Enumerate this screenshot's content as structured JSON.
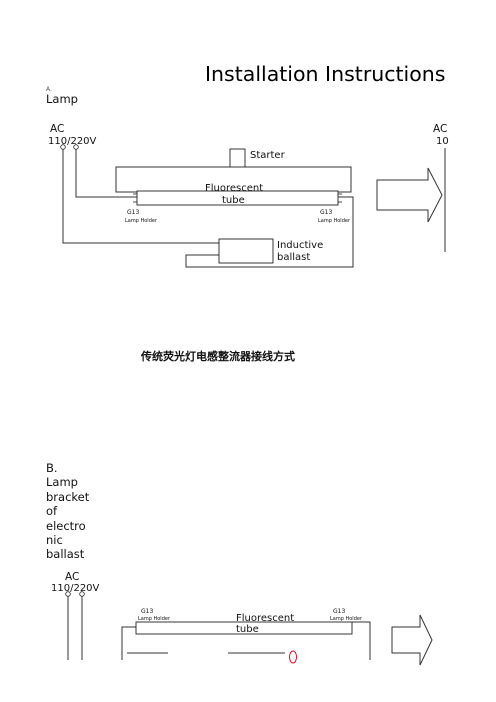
{
  "page": {
    "title": "Installation Instructions",
    "cut_heading": "A.",
    "section_a_label": "Lamp",
    "section_b_lines": [
      "B.",
      "Lamp",
      "bracket",
      "of",
      "electro",
      "nic",
      "ballast"
    ],
    "caption_cn": "传统荧光灯电感整流器接线方式"
  },
  "diagram_a": {
    "ac_label": "AC",
    "voltage_label": "110/220V",
    "starter_label": "Starter",
    "tube_label_1": "Fluorescent",
    "tube_label_2": "tube",
    "g13_left": "G13",
    "g13_right": "G13",
    "holder_left": "Lamp Holder",
    "holder_right": "Lamp Holder",
    "ballast_label_1": "Inductive",
    "ballast_label_2": "ballast",
    "right_ac_partial": "AC",
    "right_voltage_partial": "10"
  },
  "diagram_b": {
    "ac_label": "AC",
    "voltage_label": "110/220V",
    "g13_left": "G13",
    "g13_right": "G13",
    "holder_left": "Lamp Holder",
    "holder_right": "Lamp Holder",
    "tube_label_1": "Fluorescent",
    "tube_label_2": "tube"
  }
}
